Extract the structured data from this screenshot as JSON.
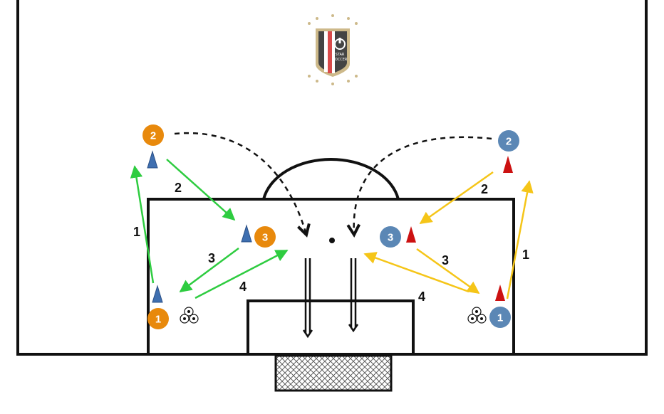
{
  "colors": {
    "team_orange": "#e8890c",
    "team_blue": "#5b87b5",
    "cone_blue": "#3f6fb0",
    "cone_red": "#cc1111",
    "arrow_green": "#2ecc40",
    "arrow_yellow": "#f5c518",
    "lines": "#111111",
    "logo_gold": "#cdb98a",
    "logo_red": "#d94b4b",
    "logo_dark": "#444444"
  },
  "logo": {
    "line1": "STAR",
    "line2": "SOCCER"
  },
  "players": {
    "orange": [
      "1",
      "2",
      "3"
    ],
    "blue": [
      "1",
      "2",
      "3"
    ]
  },
  "sequence_labels": {
    "left": [
      "1",
      "2",
      "3",
      "4"
    ],
    "right": [
      "1",
      "2",
      "3",
      "4"
    ]
  },
  "icons": {
    "cone": "cone-icon",
    "balls": "soccer-balls-icon",
    "net": "goal-net",
    "logo": "club-crest"
  }
}
